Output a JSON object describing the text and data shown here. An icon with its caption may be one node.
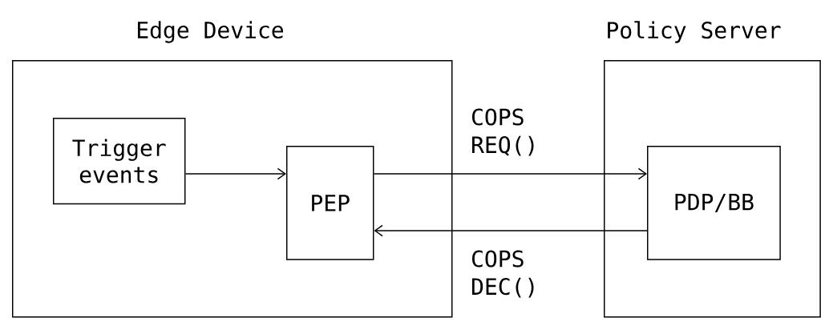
{
  "diagram": {
    "nodes": [
      {
        "text": [
          "Edge Device"
        ]
      },
      {
        "text": [
          "Trigger events"
        ],
        "in": 0
      },
      {
        "text": [
          "PEP"
        ],
        "in": 0
      },
      {
        "text": [
          "Policy Server"
        ]
      },
      {
        "text": [
          "PDP/BB"
        ],
        "in": 3
      }
    ],
    "edges": [
      {
        "from": 1,
        "to": 2,
        "arrow": "to"
      },
      {
        "from": 2,
        "to": 4,
        "arrow": "to",
        "label": "COPS REQ()"
      },
      {
        "from": 4,
        "to": 2,
        "arrow": "to",
        "label": "COPS DEC()"
      }
    ]
  }
}
